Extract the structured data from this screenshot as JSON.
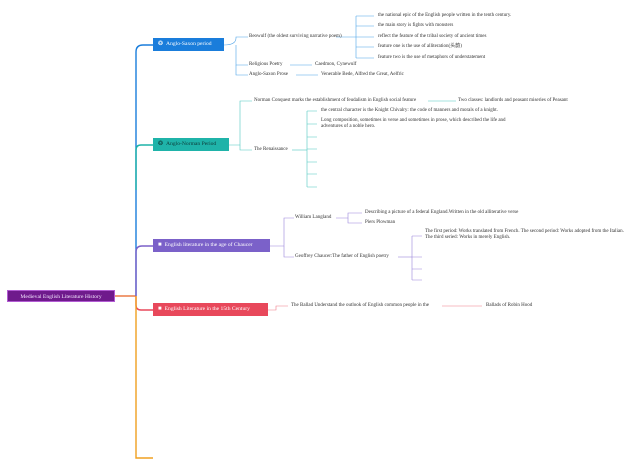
{
  "root": "Medieval English Literature History",
  "branches": [
    {
      "label": "Anglo-Saxon period",
      "icon": "❂",
      "color": "#1a7ddb",
      "text_color": "#ffffff"
    },
    {
      "label": "Anglo-Norman Period",
      "icon": "❂",
      "color": "#1fb3a9",
      "text_color": "#0d3a38"
    },
    {
      "label": "English literature in the age of Chaucer",
      "icon": "■",
      "color": "#7b61c9",
      "text_color": "#ffffff"
    },
    {
      "label": "English Literature in the 15th Century",
      "icon": "■",
      "color": "#e8485b",
      "text_color": "#ffffff"
    }
  ],
  "anglo_saxon": {
    "beowulf": "Beowulf (the oldest surviving narrative poem)",
    "beowulf_points": [
      "the national epic of the English people written in the tenth century.",
      "the main story is fights with monsters",
      "reflect the feature of the tribal society of ancient times",
      "feature one is the use of alliteration(头韵)",
      "feature two is the use of metaphors of understatement"
    ],
    "religious_poetry": "Religious Poetry",
    "religious_poets": "Caedmon, Cynewulf",
    "prose": "Anglo-Saxon Prose",
    "prose_authors": "Venerable Bede, Alfred the Great, Aelfric"
  },
  "anglo_norman": {
    "conquest": "Norman Conquest marks the establishment of feudalism in English social feature",
    "classes": "Two classes: landlords and peasant miseries of Peasant",
    "renaissance": "The Renaissance",
    "romance_points": [
      "the central character is the Knight Chivalry: the code of manners and morals of a knight.",
      "Long composition, sometimes in verse and sometimes in prose, which described the life and adventures of a noble hero."
    ]
  },
  "chaucer": {
    "langland": "William Langland",
    "langland_points": [
      "Describing a picture of a federal England.Written in the old alliterative verse",
      "Piers Plowman"
    ],
    "chaucer_node": "Geoffrey Chaucer:The father of English poetry",
    "periods": "The first period: Works translated from French. The second period: Works adopted from the Italian. The third seried: Works in merely English."
  },
  "fifteenth": {
    "ballad": "The Ballad Understand the outlook of English common people in the",
    "robin_hood": "Ballads of Robin Hood"
  },
  "colors": {
    "wire_blue": "#1a7ddb",
    "wire_teal": "#1fb3a9",
    "wire_purple": "#7b61c9",
    "wire_red": "#e8485b",
    "wire_orange": "#f0a020",
    "root_bg": "#6f1a8c"
  }
}
